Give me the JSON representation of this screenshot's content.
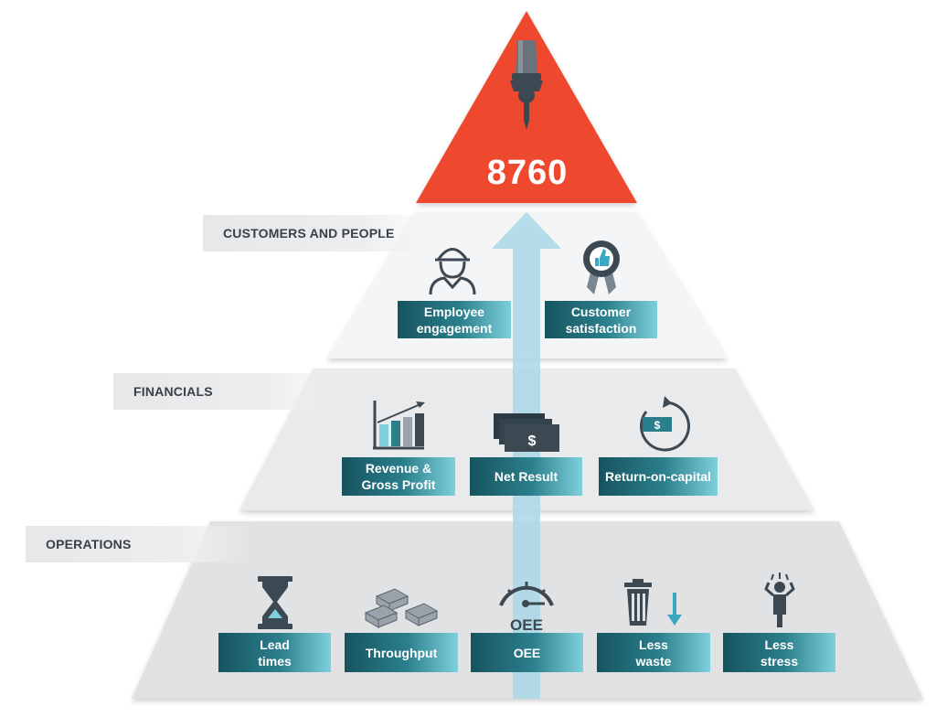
{
  "peak": {
    "value": "8760",
    "icon": "spindle-drill-icon",
    "color": "#ee4a2e"
  },
  "tiers": [
    {
      "label": "CUSTOMERS AND PEOPLE",
      "items": [
        {
          "label": "Employee\nengagement",
          "icon": "worker-helmet-icon"
        },
        {
          "label": "Customer\nsatisfaction",
          "icon": "award-badge-thumbs-up-icon"
        }
      ]
    },
    {
      "label": "FINANCIALS",
      "items": [
        {
          "label": "Revenue &\nGross Profit",
          "icon": "bar-chart-growth-icon"
        },
        {
          "label": "Net Result",
          "icon": "banknotes-stack-icon"
        },
        {
          "label": "Return-on-capital",
          "icon": "circular-money-return-icon"
        }
      ]
    },
    {
      "label": "OPERATIONS",
      "items": [
        {
          "label": "Lead\ntimes",
          "icon": "hourglass-icon"
        },
        {
          "label": "Throughput",
          "icon": "material-stacks-icon"
        },
        {
          "label": "OEE",
          "icon": "oee-gauge-icon",
          "icon_text": "OEE"
        },
        {
          "label": "Less\nwaste",
          "icon": "trash-bin-down-arrow-icon"
        },
        {
          "label": "Less\nstress",
          "icon": "stressed-person-icon"
        }
      ]
    }
  ],
  "colors": {
    "kpi_dark": "#16545f",
    "kpi_light": "#7fd0dc",
    "arrow": "#a9d8e6",
    "icon": "#3c4852",
    "tier_top": "#f4f5f7",
    "tier_mid": "#e9eaec",
    "tier_bottom": "#e1e2e4"
  }
}
